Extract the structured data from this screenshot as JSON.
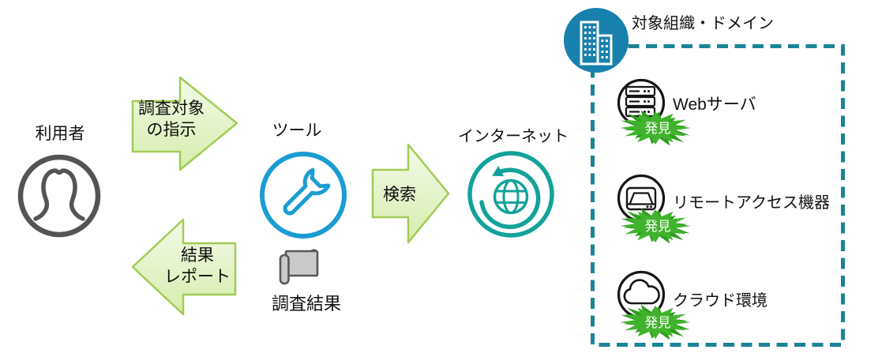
{
  "flow": {
    "user": {
      "label": "利用者",
      "icon": "person-icon"
    },
    "tool": {
      "label": "ツール",
      "icon": "wrench-icon"
    },
    "internet": {
      "label": "インターネット",
      "icon": "globe-refresh-icon"
    },
    "result": {
      "label": "調査結果",
      "icon": "scroll-icon"
    }
  },
  "arrows": {
    "instruction": {
      "line1": "調査対象",
      "line2": "の指示",
      "direction": "right"
    },
    "search": {
      "label": "検索",
      "direction": "right"
    },
    "report": {
      "line1": "結果",
      "line2": "レポート",
      "direction": "left"
    }
  },
  "target_box": {
    "title": "対象組織・ドメイン",
    "title_icon": "building-icon",
    "items": [
      {
        "label": "Webサーバ",
        "icon": "server-icon",
        "badge": "発見"
      },
      {
        "label": "リモートアクセス機器",
        "icon": "remote-device-icon",
        "badge": "発見"
      },
      {
        "label": "クラウド環境",
        "icon": "cloud-icon",
        "badge": "発見"
      }
    ]
  },
  "palette": {
    "arrow_fill_top": "#f3fae8",
    "arrow_fill_bottom": "#d5edad",
    "arrow_border": "#a0cc55",
    "badge_green_front": "#3fb32c",
    "badge_green_back": "#2f9e22",
    "tool_blue": "#1b9cd3",
    "building_circle_blue": "#1880ad",
    "internet_teal": "#12a29a",
    "box_border_teal": "#1a8496",
    "person_gray": "#545456",
    "scroll_gray": "#cacaca",
    "text_black": "#111111"
  }
}
